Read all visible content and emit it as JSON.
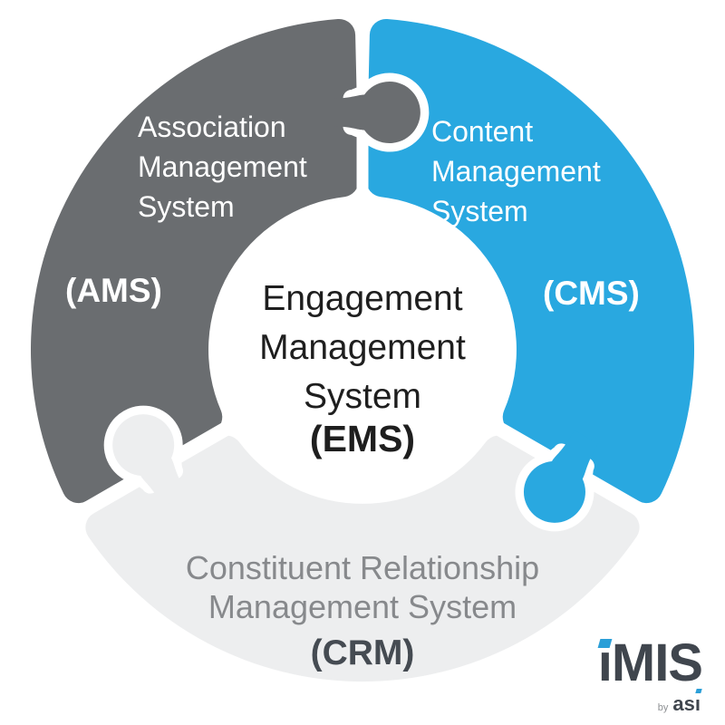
{
  "title": "Engagement Management System puzzle diagram",
  "pieces": {
    "ams": {
      "label": "Association\nManagement\nSystem",
      "abbr": "(AMS)",
      "color": "#6A6D70",
      "text_color": "#FFFFFF"
    },
    "cms": {
      "label": "Content\nManagement\nSystem",
      "abbr": "(CMS)",
      "color": "#29A8E0",
      "text_color": "#FFFFFF"
    },
    "crm": {
      "label": "Constituent Relationship\nManagement System",
      "abbr": "(CRM)",
      "color": "#EDEEEF",
      "label_color": "#87898C",
      "abbr_color": "#454B52"
    }
  },
  "center": {
    "title": "Engagement\nManagement\nSystem",
    "abbr": "(EMS)"
  },
  "logo": {
    "wordmark": "iMIS",
    "byline": "by",
    "company": "asi"
  },
  "colors": {
    "gray": "#6A6D70",
    "blue": "#29A8E0",
    "light_gray": "#EDEEEF",
    "dark_slate": "#40464E",
    "text_dark": "#1E1E1E",
    "crm_text": "#87898C",
    "crm_abbr": "#454B52",
    "logo_blue": "#2B9FD8",
    "byline_gray": "#8E9194",
    "background": "#FFFFFF"
  }
}
